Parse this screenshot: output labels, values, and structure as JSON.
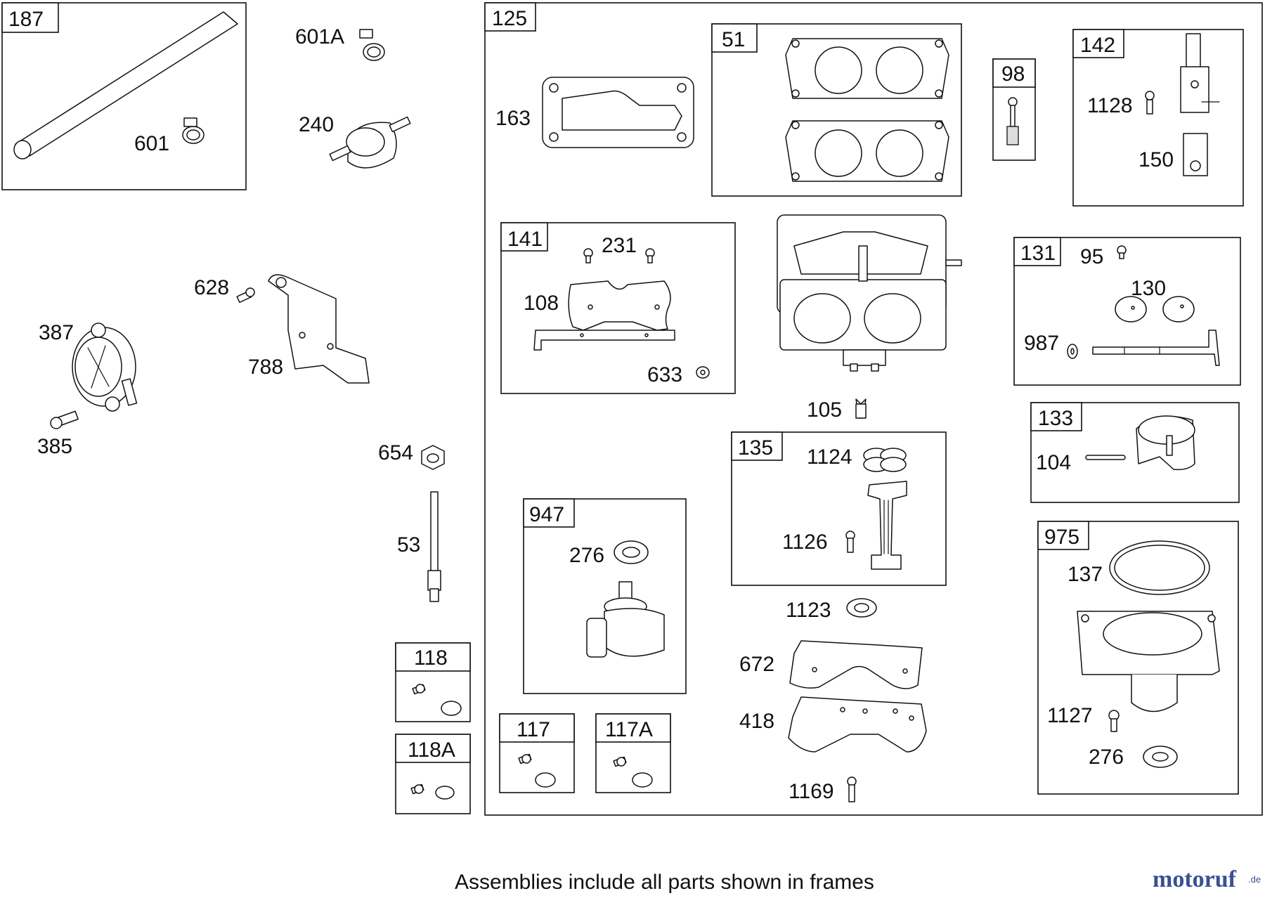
{
  "frames": {
    "f187": "187",
    "f125": "125",
    "f51": "51",
    "f98": "98",
    "f142": "142",
    "f141": "141",
    "f131": "131",
    "f133": "133",
    "f135": "135",
    "f947": "947",
    "f975": "975",
    "f118": "118",
    "f118A": "118A",
    "f117": "117",
    "f117A": "117A"
  },
  "callouts": {
    "c601": "601",
    "c601A": "601A",
    "c240": "240",
    "c628": "628",
    "c387": "387",
    "c788": "788",
    "c385": "385",
    "c654": "654",
    "c53": "53",
    "c163": "163",
    "c1128": "1128",
    "c150": "150",
    "c231": "231",
    "c108": "108",
    "c633": "633",
    "c95": "95",
    "c130": "130",
    "c987": "987",
    "c105": "105",
    "c104": "104",
    "c1124": "1124",
    "c1126": "1126",
    "c276a": "276",
    "c137": "137",
    "c1123": "1123",
    "c672": "672",
    "c418": "418",
    "c1127": "1127",
    "c276b": "276",
    "c1169": "1169"
  },
  "footer": {
    "caption": "Assemblies include all parts shown in frames",
    "brand_main": "motoruf",
    "brand_tld": ".de",
    "brand_colors": {
      "primary": "#3a4f93",
      "accent": "#e0432f"
    }
  }
}
